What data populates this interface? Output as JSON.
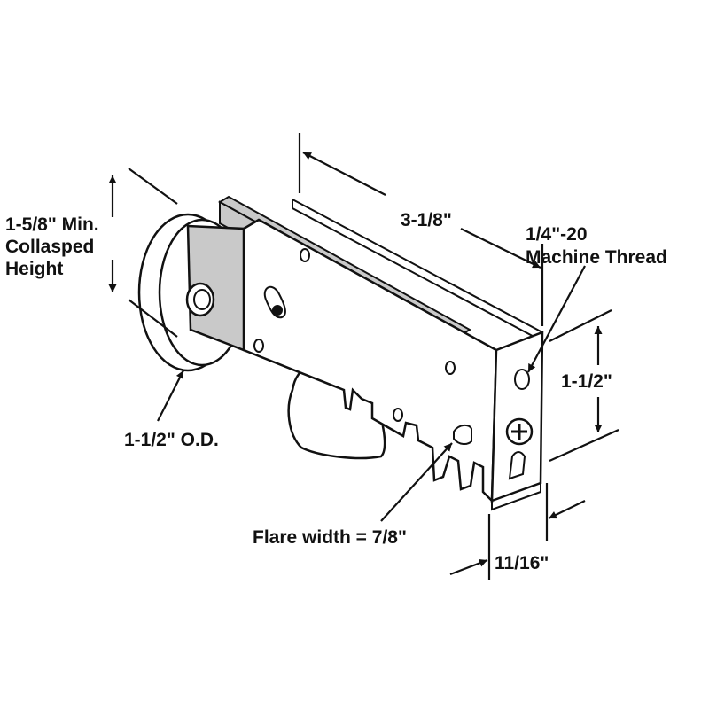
{
  "diagram": {
    "labels": {
      "collapsed_height_line1": "1-5/8\" Min.",
      "collapsed_height_line2": "Collasped",
      "collapsed_height_line3": "Height",
      "length": "3-1/8\"",
      "thread_line1": "1/4\"-20",
      "thread_line2": "Machine Thread",
      "height": "1-1/2\"",
      "wheel_od": "1-1/2\" O.D.",
      "flare_width": "Flare width = 7/8\"",
      "width": "11/16\""
    },
    "colors": {
      "line": "#111111",
      "plate_shade": "#c9c9c9",
      "background": "#ffffff"
    }
  }
}
